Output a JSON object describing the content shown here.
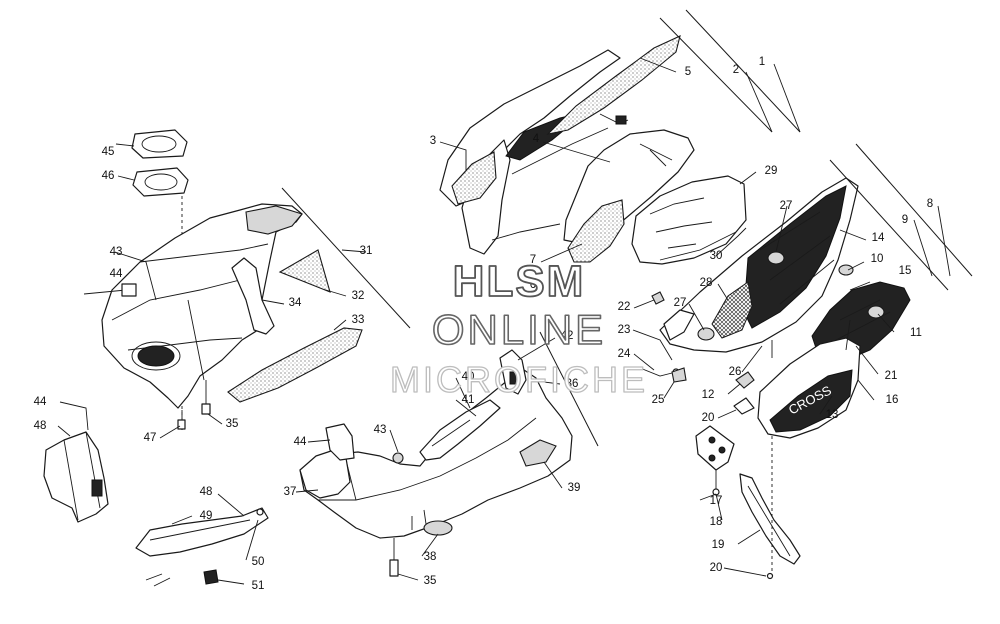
{
  "watermark": {
    "line1": "HLSM",
    "line2": "ONLINE",
    "line3": "MICROFICHE"
  },
  "decal_text": "CROSS",
  "callouts": [
    {
      "id": "c1",
      "label": "1"
    },
    {
      "id": "c2",
      "label": "2"
    },
    {
      "id": "c3",
      "label": "3"
    },
    {
      "id": "c4",
      "label": "4"
    },
    {
      "id": "c5",
      "label": "5"
    },
    {
      "id": "c6",
      "label": "6"
    },
    {
      "id": "c7",
      "label": "7"
    },
    {
      "id": "c8",
      "label": "8"
    },
    {
      "id": "c9",
      "label": "9"
    },
    {
      "id": "c10",
      "label": "10"
    },
    {
      "id": "c11",
      "label": "11"
    },
    {
      "id": "c12",
      "label": "12"
    },
    {
      "id": "c13",
      "label": "13"
    },
    {
      "id": "c14",
      "label": "14"
    },
    {
      "id": "c15",
      "label": "15"
    },
    {
      "id": "c16",
      "label": "16"
    },
    {
      "id": "c17",
      "label": "17"
    },
    {
      "id": "c18",
      "label": "18"
    },
    {
      "id": "c19",
      "label": "19"
    },
    {
      "id": "c20a",
      "label": "20"
    },
    {
      "id": "c20b",
      "label": "20"
    },
    {
      "id": "c21",
      "label": "21"
    },
    {
      "id": "c22",
      "label": "22"
    },
    {
      "id": "c23",
      "label": "23"
    },
    {
      "id": "c24",
      "label": "24"
    },
    {
      "id": "c25",
      "label": "25"
    },
    {
      "id": "c26",
      "label": "26"
    },
    {
      "id": "c27a",
      "label": "27"
    },
    {
      "id": "c27b",
      "label": "27"
    },
    {
      "id": "c28",
      "label": "28"
    },
    {
      "id": "c29",
      "label": "29"
    },
    {
      "id": "c30",
      "label": "30"
    },
    {
      "id": "c31",
      "label": "31"
    },
    {
      "id": "c32",
      "label": "32"
    },
    {
      "id": "c33",
      "label": "33"
    },
    {
      "id": "c34",
      "label": "34"
    },
    {
      "id": "c35a",
      "label": "35"
    },
    {
      "id": "c35b",
      "label": "35"
    },
    {
      "id": "c36",
      "label": "36"
    },
    {
      "id": "c37",
      "label": "37"
    },
    {
      "id": "c38",
      "label": "38"
    },
    {
      "id": "c39",
      "label": "39"
    },
    {
      "id": "c40",
      "label": "40"
    },
    {
      "id": "c41",
      "label": "41"
    },
    {
      "id": "c42",
      "label": "42"
    },
    {
      "id": "c43a",
      "label": "43"
    },
    {
      "id": "c43b",
      "label": "43"
    },
    {
      "id": "c44a",
      "label": "44"
    },
    {
      "id": "c44b",
      "label": "44"
    },
    {
      "id": "c44c",
      "label": "44"
    },
    {
      "id": "c45",
      "label": "45"
    },
    {
      "id": "c46",
      "label": "46"
    },
    {
      "id": "c47",
      "label": "47"
    },
    {
      "id": "c48a",
      "label": "48"
    },
    {
      "id": "c48b",
      "label": "48"
    },
    {
      "id": "c49",
      "label": "49"
    },
    {
      "id": "c50",
      "label": "50"
    },
    {
      "id": "c51",
      "label": "51"
    }
  ]
}
